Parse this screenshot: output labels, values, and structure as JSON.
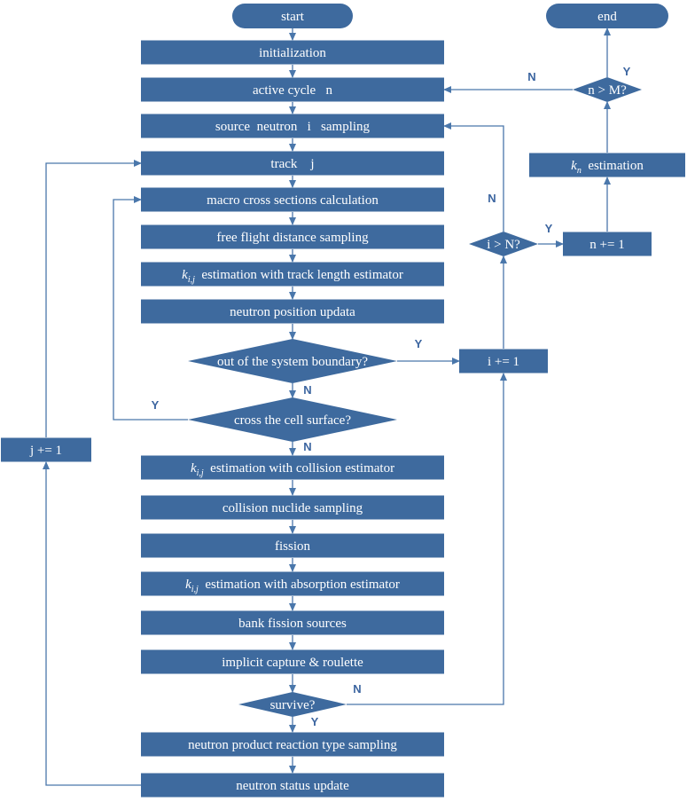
{
  "colors": {
    "node_fill": "#3e6a9e",
    "edge": "#4a77ab",
    "label": "#3c65a0",
    "text": "#ffffff"
  },
  "nodes": [
    {
      "id": "start",
      "shape": "terminal",
      "text": "start"
    },
    {
      "id": "initialization",
      "shape": "process",
      "text": "initialization"
    },
    {
      "id": "active_cycle",
      "shape": "process",
      "text": "active cycle   n"
    },
    {
      "id": "source_sampling",
      "shape": "process",
      "text": "source  neutron   i   sampling"
    },
    {
      "id": "track",
      "shape": "process",
      "text": "track    j"
    },
    {
      "id": "macro_xs",
      "shape": "process",
      "text": "macro cross sections calculation"
    },
    {
      "id": "free_flight",
      "shape": "process",
      "text": "free flight distance sampling"
    },
    {
      "id": "k_track",
      "shape": "process",
      "text": "estimation with track length estimator",
      "math": {
        "base": "k",
        "sub": "i,j"
      }
    },
    {
      "id": "position_update",
      "shape": "process",
      "text": "neutron position updata"
    },
    {
      "id": "out_boundary",
      "shape": "decision",
      "text": "out of the system boundary?"
    },
    {
      "id": "cross_cell",
      "shape": "decision",
      "text": "cross the cell surface?"
    },
    {
      "id": "k_collision",
      "shape": "process",
      "text": "estimation with collision estimator",
      "math": {
        "base": "k",
        "sub": "i,j"
      }
    },
    {
      "id": "nuclide_sampling",
      "shape": "process",
      "text": "collision nuclide sampling"
    },
    {
      "id": "fission",
      "shape": "process",
      "text": "fission"
    },
    {
      "id": "k_absorption",
      "shape": "process",
      "text": "estimation with absorption estimator",
      "math": {
        "base": "k",
        "sub": "i,j"
      }
    },
    {
      "id": "bank_fission",
      "shape": "process",
      "text": "bank fission sources"
    },
    {
      "id": "implicit_capture",
      "shape": "process",
      "text": "implicit capture & roulette"
    },
    {
      "id": "survive",
      "shape": "decision",
      "text": "survive?"
    },
    {
      "id": "reaction_type",
      "shape": "process",
      "text": "neutron product reaction type sampling"
    },
    {
      "id": "status_update",
      "shape": "process",
      "text": "neutron status update"
    },
    {
      "id": "j_inc",
      "shape": "process",
      "text": "j += 1"
    },
    {
      "id": "i_inc",
      "shape": "process",
      "text": "i += 1"
    },
    {
      "id": "i_gt_n",
      "shape": "decision",
      "text": "i > N?"
    },
    {
      "id": "n_inc",
      "shape": "process",
      "text": "n += 1"
    },
    {
      "id": "kn_est",
      "shape": "process",
      "text": "estimation",
      "math": {
        "base": "k",
        "sub": "n"
      }
    },
    {
      "id": "n_gt_m",
      "shape": "decision",
      "text": "n > M?"
    },
    {
      "id": "end",
      "shape": "terminal",
      "text": "end"
    }
  ],
  "edges": [
    {
      "from": "start",
      "to": "initialization",
      "label": ""
    },
    {
      "from": "initialization",
      "to": "active_cycle",
      "label": ""
    },
    {
      "from": "active_cycle",
      "to": "source_sampling",
      "label": ""
    },
    {
      "from": "source_sampling",
      "to": "track",
      "label": ""
    },
    {
      "from": "track",
      "to": "macro_xs",
      "label": ""
    },
    {
      "from": "macro_xs",
      "to": "free_flight",
      "label": ""
    },
    {
      "from": "free_flight",
      "to": "k_track",
      "label": ""
    },
    {
      "from": "k_track",
      "to": "position_update",
      "label": ""
    },
    {
      "from": "position_update",
      "to": "out_boundary",
      "label": ""
    },
    {
      "from": "out_boundary",
      "to": "cross_cell",
      "label": "N"
    },
    {
      "from": "out_boundary",
      "to": "i_inc",
      "label": "Y"
    },
    {
      "from": "cross_cell",
      "to": "macro_xs",
      "label": "Y"
    },
    {
      "from": "cross_cell",
      "to": "k_collision",
      "label": "N"
    },
    {
      "from": "k_collision",
      "to": "nuclide_sampling",
      "label": ""
    },
    {
      "from": "nuclide_sampling",
      "to": "fission",
      "label": ""
    },
    {
      "from": "fission",
      "to": "k_absorption",
      "label": ""
    },
    {
      "from": "k_absorption",
      "to": "bank_fission",
      "label": ""
    },
    {
      "from": "bank_fission",
      "to": "implicit_capture",
      "label": ""
    },
    {
      "from": "implicit_capture",
      "to": "survive",
      "label": ""
    },
    {
      "from": "survive",
      "to": "reaction_type",
      "label": "Y"
    },
    {
      "from": "survive",
      "to": "i_inc",
      "label": "N"
    },
    {
      "from": "reaction_type",
      "to": "status_update",
      "label": ""
    },
    {
      "from": "status_update",
      "to": "j_inc",
      "label": ""
    },
    {
      "from": "j_inc",
      "to": "track",
      "label": ""
    },
    {
      "from": "i_inc",
      "to": "i_gt_n",
      "label": ""
    },
    {
      "from": "i_gt_n",
      "to": "source_sampling",
      "label": "N"
    },
    {
      "from": "i_gt_n",
      "to": "n_inc",
      "label": "Y"
    },
    {
      "from": "n_inc",
      "to": "kn_est",
      "label": ""
    },
    {
      "from": "kn_est",
      "to": "n_gt_m",
      "label": ""
    },
    {
      "from": "n_gt_m",
      "to": "end",
      "label": "Y"
    },
    {
      "from": "n_gt_m",
      "to": "active_cycle",
      "label": "N"
    }
  ]
}
